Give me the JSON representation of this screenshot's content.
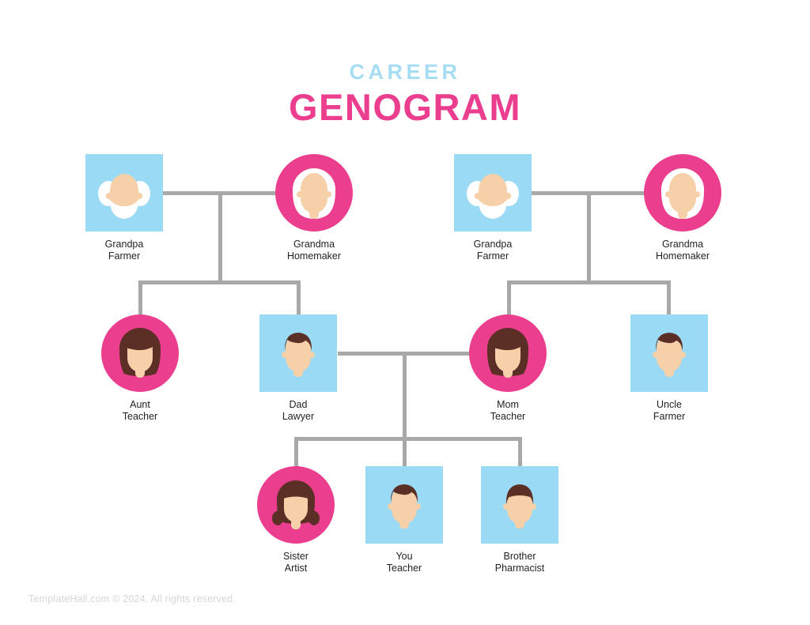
{
  "title": {
    "sub": "CAREER",
    "main": "GENOGRAM"
  },
  "footer": {
    "text": "TemplateHall.com © 2024. All rights reserved."
  },
  "colors": {
    "pink": "#ec3e8e",
    "blue": "#9bdaf5",
    "title_sub": "#a7ddf2",
    "title_main": "#ec3e8e",
    "line": "#a8a8a8",
    "label": "#231f20",
    "footer": "#d6d6d6",
    "skin": "#f5d0a9",
    "hair_dark": "#5b2f25",
    "hair_white": "#ffffff"
  },
  "people": [
    {
      "id": "grandpa-paternal",
      "name": "Grandpa",
      "role": "Farmer",
      "shape": "square",
      "avatar": "elder-man-avatar",
      "generation": "grandparents"
    },
    {
      "id": "grandma-paternal",
      "name": "Grandma",
      "role": "Homemaker",
      "shape": "circle",
      "avatar": "elder-woman-avatar",
      "generation": "grandparents"
    },
    {
      "id": "grandpa-maternal",
      "name": "Grandpa",
      "role": "Farmer",
      "shape": "square",
      "avatar": "elder-man-avatar",
      "generation": "grandparents"
    },
    {
      "id": "grandma-maternal",
      "name": "Grandma",
      "role": "Homemaker",
      "shape": "circle",
      "avatar": "elder-woman-avatar",
      "generation": "grandparents"
    },
    {
      "id": "aunt",
      "name": "Aunt",
      "role": "Teacher",
      "shape": "circle",
      "avatar": "woman-avatar",
      "generation": "parents"
    },
    {
      "id": "dad",
      "name": "Dad",
      "role": "Lawyer",
      "shape": "square",
      "avatar": "man-avatar",
      "generation": "parents"
    },
    {
      "id": "mom",
      "name": "Mom",
      "role": "Teacher",
      "shape": "circle",
      "avatar": "woman-avatar",
      "generation": "parents"
    },
    {
      "id": "uncle",
      "name": "Uncle",
      "role": "Farmer",
      "shape": "square",
      "avatar": "man-avatar",
      "generation": "parents"
    },
    {
      "id": "sister",
      "name": "Sister",
      "role": "Artist",
      "shape": "circle",
      "avatar": "girl-avatar",
      "generation": "children"
    },
    {
      "id": "you",
      "name": "You",
      "role": "Teacher",
      "shape": "square",
      "avatar": "boy-avatar",
      "generation": "children"
    },
    {
      "id": "brother",
      "name": "Brother",
      "role": "Pharmacist",
      "shape": "square",
      "avatar": "boy-avatar",
      "generation": "children"
    }
  ]
}
